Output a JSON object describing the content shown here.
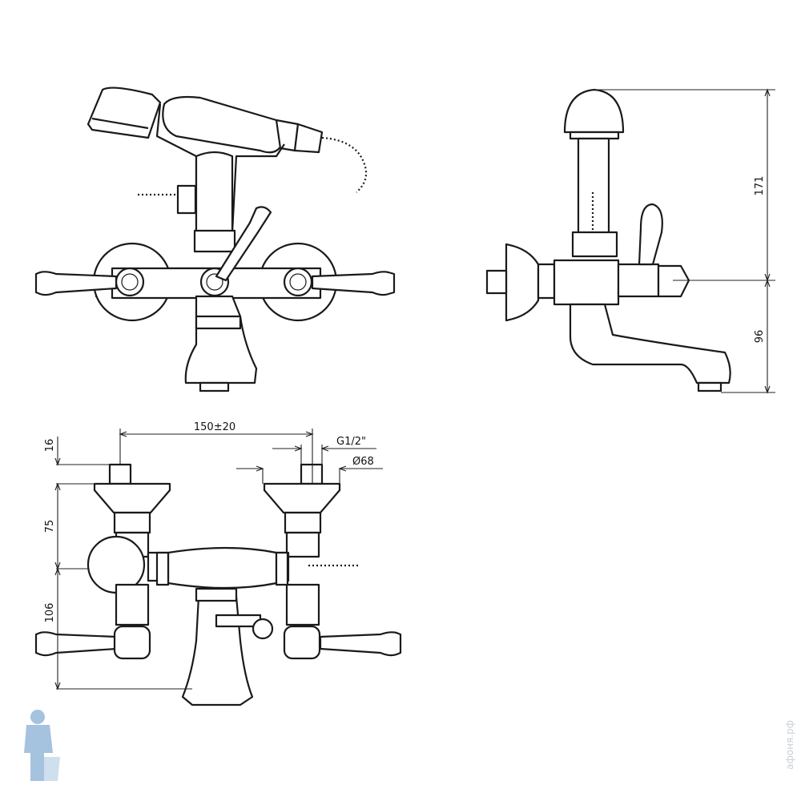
{
  "drawing": {
    "front_view": {},
    "side_view": {
      "dimensions": {
        "height_total": "171",
        "height_lower": "96"
      }
    },
    "top_view": {
      "dimensions": {
        "center_distance": "150±20",
        "thread": "G1/2\"",
        "flange_diameter": "Ø68",
        "height_top": "16",
        "height_mid": "75",
        "height_low": "106"
      }
    }
  },
  "watermark": {
    "text": "афоня.рф"
  },
  "colors": {
    "line": "#1a1a1a",
    "logo": "#8fb4d6"
  }
}
